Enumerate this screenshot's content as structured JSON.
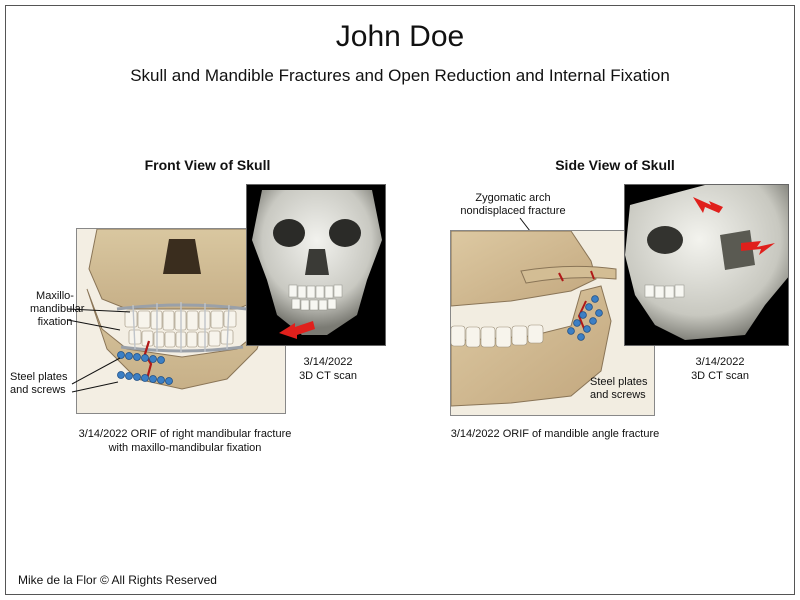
{
  "header": {
    "title": "John Doe",
    "subtitle": "Skull and Mandible Fractures and Open Reduction and Internal Fixation"
  },
  "front_view": {
    "heading": "Front View of Skull",
    "labels": {
      "maxillo_line1": "Maxillo-",
      "maxillo_line2": "mandibular",
      "maxillo_line3": "fixation",
      "plates_line1": "Steel plates",
      "plates_line2": "and screws"
    },
    "ct_caption_line1": "3/14/2022",
    "ct_caption_line2": "3D CT scan",
    "caption_line1": "3/14/2022 ORIF of right mandibular fracture",
    "caption_line2": "with maxillo-mandibular fixation"
  },
  "side_view": {
    "heading": "Side View of Skull",
    "labels": {
      "zygomatic_line1": "Zygomatic arch",
      "zygomatic_line2": "nondisplaced fracture",
      "plates_line1": "Steel plates",
      "plates_line2": "and screws"
    },
    "ct_caption_line1": "3/14/2022",
    "ct_caption_line2": "3D CT scan",
    "caption_line1": "3/14/2022 ORIF of mandible angle fracture"
  },
  "footer": {
    "credit": "Mike de la Flor © All Rights Reserved"
  },
  "colors": {
    "arrow_red": "#e0201c",
    "plate_blue": "#3c7fc4",
    "bone": "#e6d7b0",
    "fracture_red": "#b01818"
  }
}
